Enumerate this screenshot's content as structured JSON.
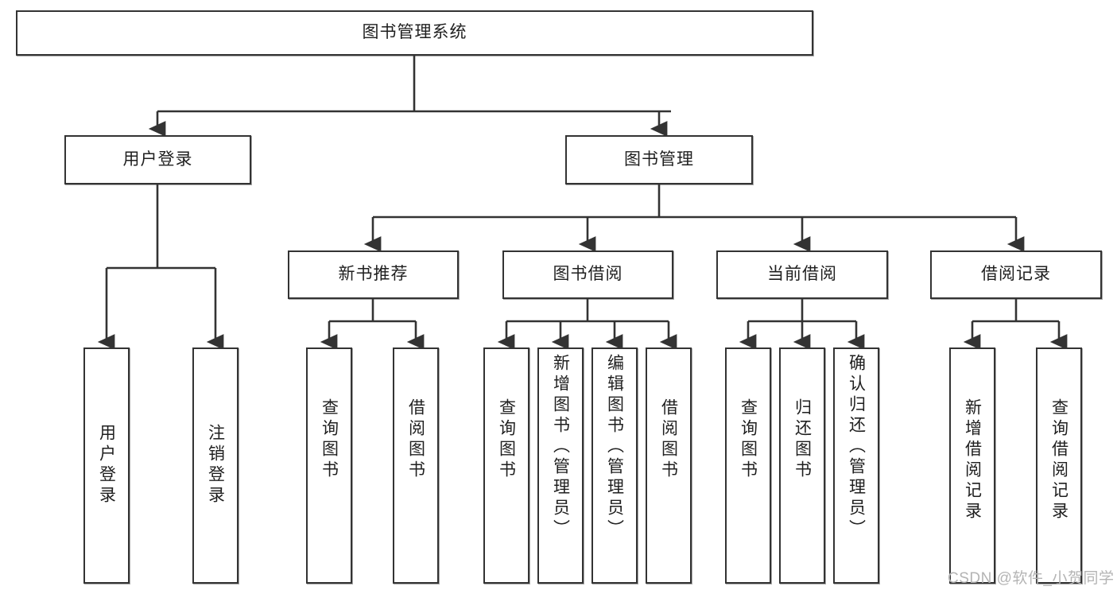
{
  "diagram": {
    "title": "图书管理系统",
    "type": "tree-hierarchy",
    "root": {
      "id": "root",
      "label": "图书管理系统"
    },
    "level2": [
      {
        "id": "user-login",
        "label": "用户登录"
      },
      {
        "id": "book-manage",
        "label": "图书管理"
      }
    ],
    "level3": [
      {
        "id": "new-book-recommend",
        "label": "新书推荐",
        "parent": "book-manage"
      },
      {
        "id": "book-borrow",
        "label": "图书借阅",
        "parent": "book-manage"
      },
      {
        "id": "current-borrow",
        "label": "当前借阅",
        "parent": "book-manage"
      },
      {
        "id": "borrow-record",
        "label": "借阅记录",
        "parent": "book-manage"
      }
    ],
    "leaves": [
      {
        "id": "leaf-user-login",
        "label": "用户登录",
        "parent": "user-login"
      },
      {
        "id": "leaf-logout-login",
        "label": "注销登录",
        "parent": "user-login"
      },
      {
        "id": "leaf-query-book-1",
        "label": "查询图书",
        "parent": "new-book-recommend"
      },
      {
        "id": "leaf-borrow-book-1",
        "label": "借阅图书",
        "parent": "new-book-recommend"
      },
      {
        "id": "leaf-query-book-2",
        "label": "查询图书",
        "parent": "book-borrow"
      },
      {
        "id": "leaf-add-book",
        "label": "新增图书（管理员）",
        "parent": "book-borrow"
      },
      {
        "id": "leaf-edit-book",
        "label": "编辑图书（管理员）",
        "parent": "book-borrow"
      },
      {
        "id": "leaf-borrow-book-2",
        "label": "借阅图书",
        "parent": "book-borrow"
      },
      {
        "id": "leaf-query-book-3",
        "label": "查询图书",
        "parent": "current-borrow"
      },
      {
        "id": "leaf-return-book",
        "label": "归还图书",
        "parent": "current-borrow"
      },
      {
        "id": "leaf-confirm-return",
        "label": "确认归还（管理员）",
        "parent": "current-borrow"
      },
      {
        "id": "leaf-add-record",
        "label": "新增借阅记录",
        "parent": "borrow-record"
      },
      {
        "id": "leaf-query-record",
        "label": "查询借阅记录",
        "parent": "borrow-record"
      }
    ],
    "colors": {
      "border": "#333333",
      "background": "#ffffff",
      "text": "#1f1f1f",
      "edge": "#333333",
      "watermark": "#b4b4b4"
    }
  },
  "watermark": {
    "text": "CSDN @软件_小贺同学"
  }
}
